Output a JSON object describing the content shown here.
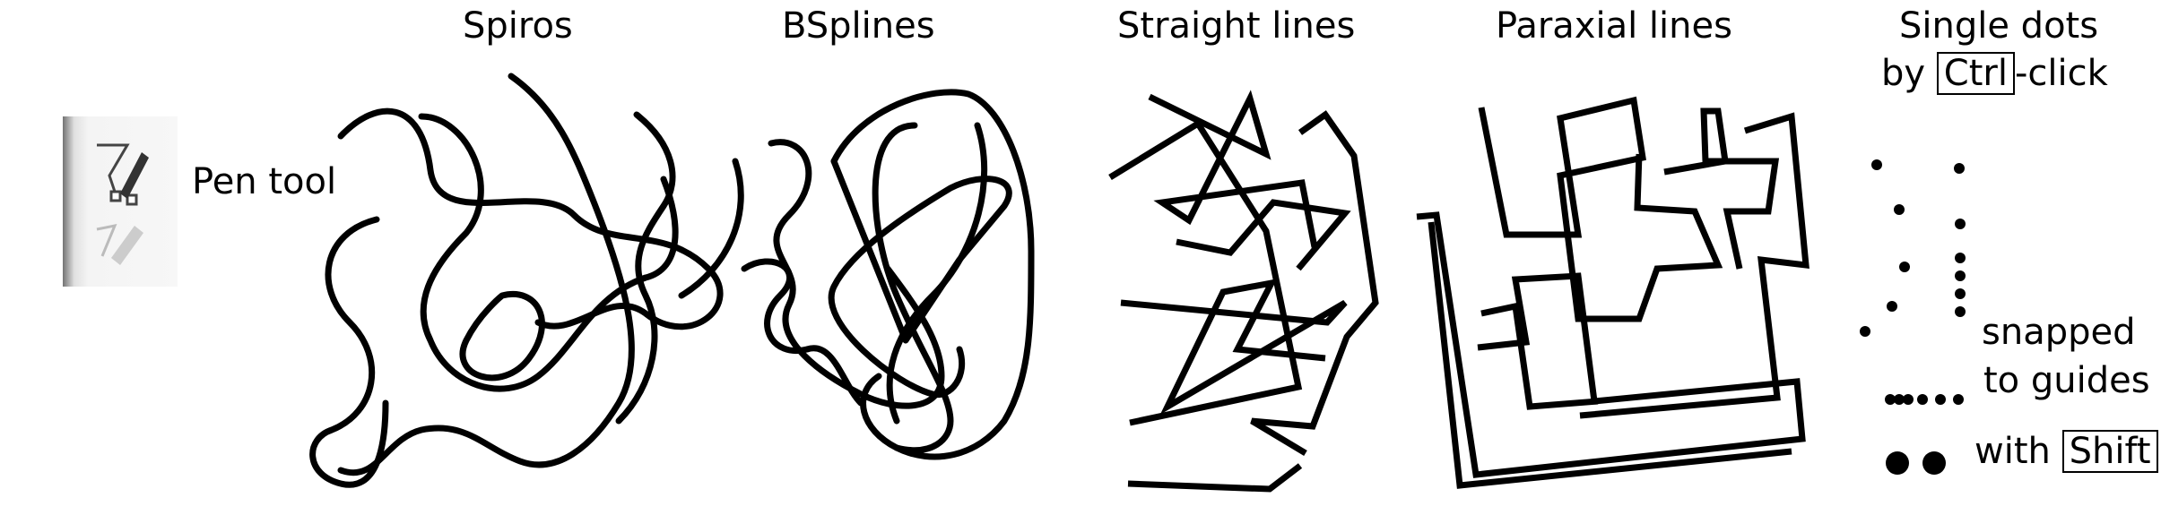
{
  "pen_tool": {
    "label": "Pen tool",
    "icon": "pen-tool-icon",
    "icon2": "pencil-tool-icon"
  },
  "modes": {
    "spiros": "Spiros",
    "bsplines": "BSplines",
    "straight": "Straight lines",
    "paraxial": "Paraxial lines"
  },
  "dots": {
    "title_line1": "Single dots",
    "by": "by",
    "ctrl_key": "Ctrl",
    "click": "-click",
    "snapped_line1": "snapped",
    "snapped_line2": "to guides",
    "with": "with",
    "shift_key": "Shift"
  }
}
